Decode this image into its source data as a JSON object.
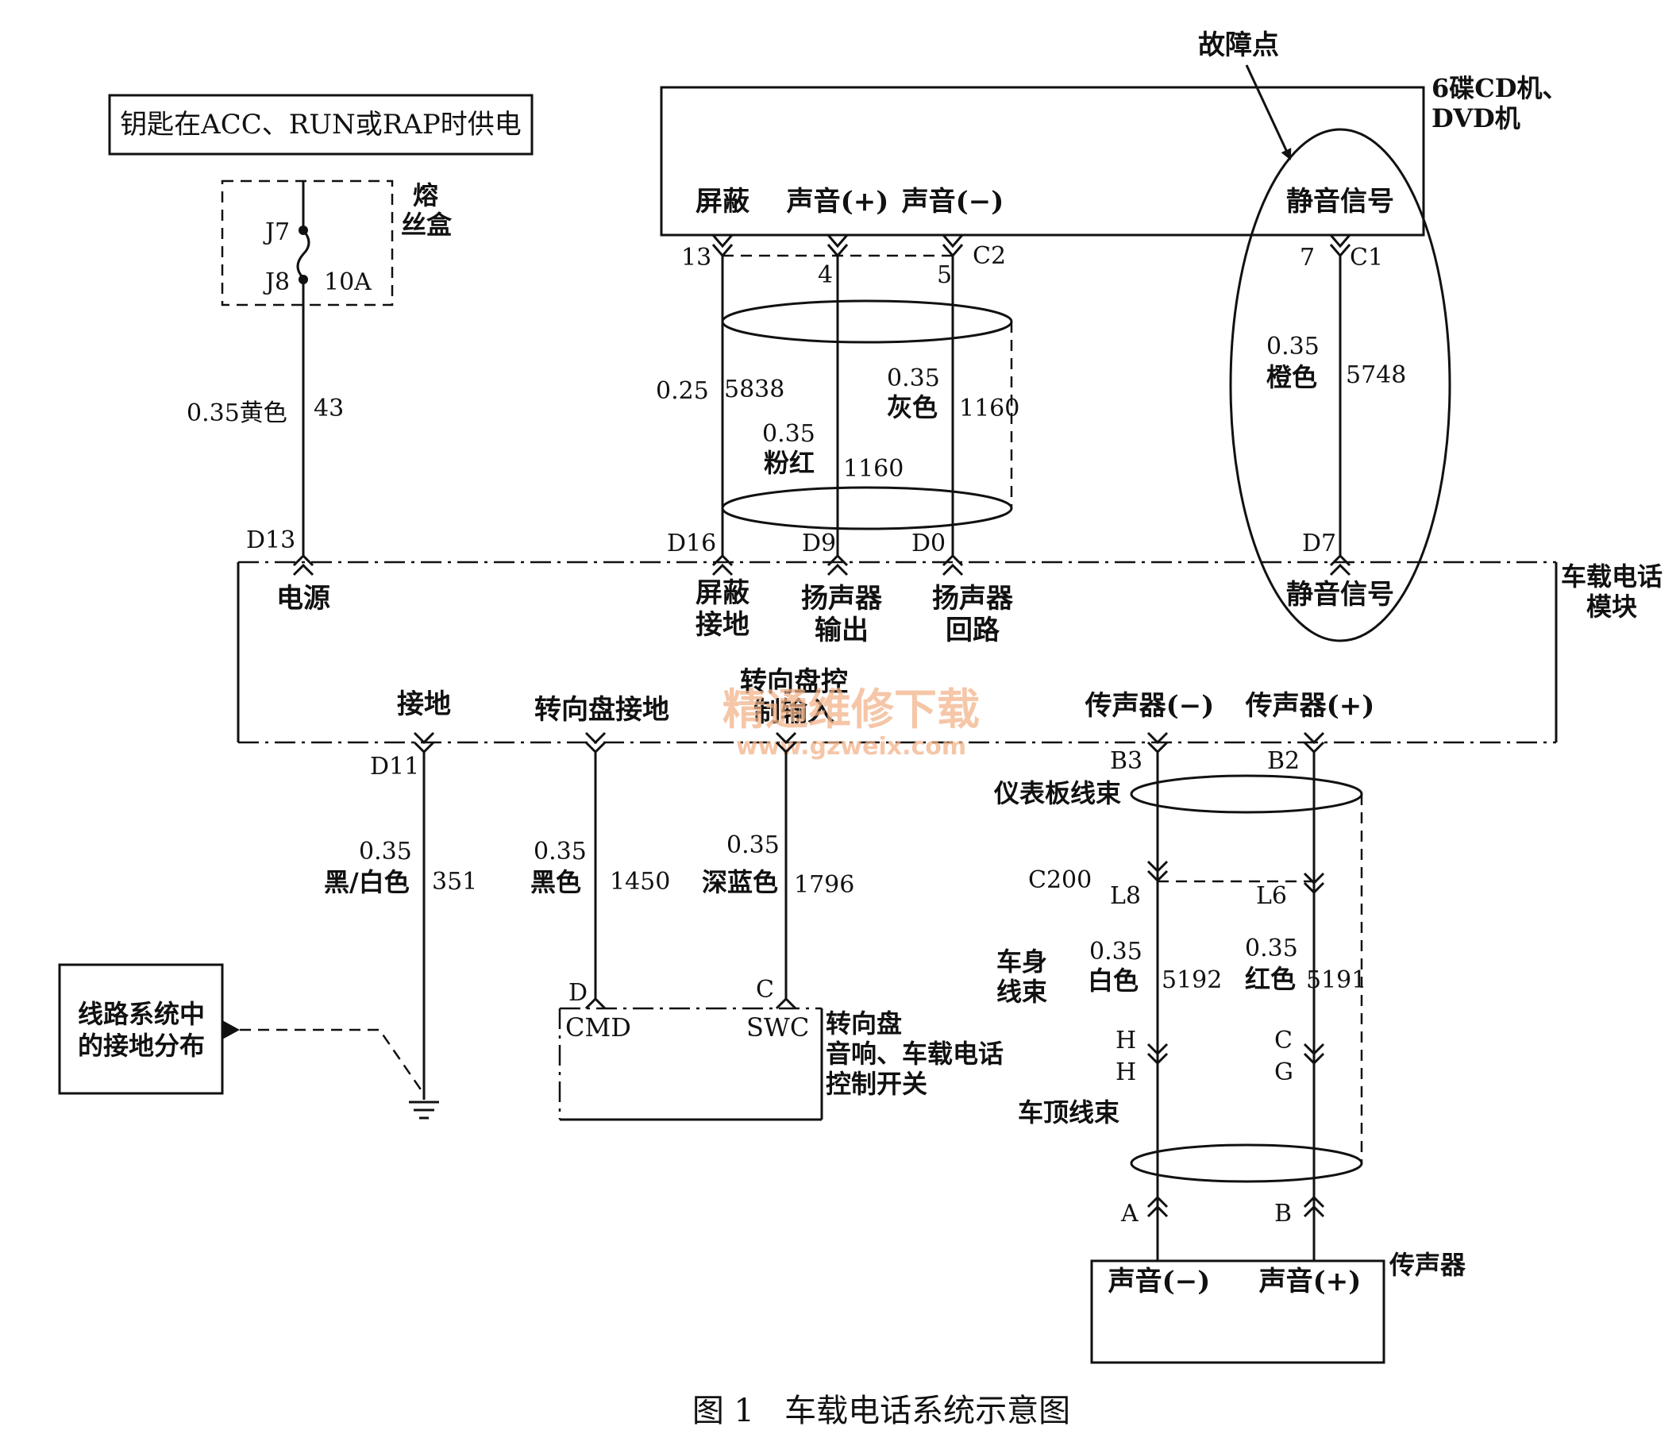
{
  "power_box": "钥匙在ACC、RUN或RAP时供电",
  "fuse_box": {
    "label_top": "熔",
    "label_bottom": "丝盒",
    "pin_top": "J7",
    "pin_bottom": "J8",
    "rating": "10A"
  },
  "wire_power": {
    "spec": "0.35黄色",
    "circuit": "43"
  },
  "fault": "故障点",
  "cd_unit": {
    "line1": "6碟CD机、",
    "line2": "DVD机",
    "pin_shield": "屏蔽",
    "pin_audio_pos": "声音(+)",
    "pin_audio_neg": "声音(−)",
    "pin_mute": "静音信号",
    "conn_c2": "C2",
    "conn_c1": "C1",
    "n13": "13",
    "n4": "4",
    "n5": "5",
    "n7": "7"
  },
  "wires_top": {
    "shield_gauge": "0.25",
    "shield_circuit": "5838",
    "pink_gauge": "0.35",
    "pink_color": "粉红",
    "pink_circuit": "1160",
    "gray_gauge": "0.35",
    "gray_color": "灰色",
    "gray_circuit": "1160",
    "mute_gauge": "0.35",
    "mute_color": "橙色",
    "mute_circuit": "5748"
  },
  "phone_module": {
    "line1": "车载电话",
    "line2": "模块",
    "d13": "D13",
    "d16": "D16",
    "d9": "D9",
    "d0": "D0",
    "d7": "D7",
    "power": "电源",
    "shield_gnd_1": "屏蔽",
    "shield_gnd_2": "接地",
    "spk_out_1": "扬声器",
    "spk_out_2": "输出",
    "spk_ret_1": "扬声器",
    "spk_ret_2": "回路",
    "mute": "静音信号",
    "ground": "接地",
    "sw_ground": "转向盘接地",
    "sw_ctrl_1": "转向盘控",
    "sw_ctrl_2": "制输入",
    "mic_neg": "传声器(−)",
    "mic_pos": "传声器(+)",
    "d11": "D11",
    "b3": "B3",
    "b2": "B2"
  },
  "watermark": {
    "cn": "精通维修下载",
    "url": "www.gzweix.com"
  },
  "wires_bottom": {
    "gnd_gauge": "0.35",
    "gnd_color": "黑/白色",
    "gnd_circuit": "351",
    "swg_gauge": "0.35",
    "swg_color": "黑色",
    "swg_circuit": "1450",
    "swc_gauge": "0.35",
    "swc_color": "深蓝色",
    "swc_circuit": "1796"
  },
  "ground_dist": {
    "line1": "线路系统中",
    "line2": "的接地分布"
  },
  "switch": {
    "pin_d": "D",
    "pin_c": "C",
    "cmd": "CMD",
    "swc": "SWC",
    "line1": "转向盘",
    "line2": "音响、车载电话",
    "line3": "控制开关"
  },
  "harness": {
    "ip": "仪表板线束",
    "c200": "C200",
    "l8": "L8",
    "l6": "L6",
    "body_1": "车身",
    "body_2": "线束",
    "white_gauge": "0.35",
    "white_color": "白色",
    "white_circuit": "5192",
    "red_gauge": "0.35",
    "red_color": "红色",
    "red_circuit": "5191",
    "h1": "H",
    "h2": "H",
    "c": "C",
    "g": "G",
    "roof": "车顶线束",
    "a": "A",
    "b": "B"
  },
  "mic": {
    "label": "传声器",
    "neg": "声音(−)",
    "pos": "声音(+)"
  },
  "caption": "图 1   车载电话系统示意图"
}
